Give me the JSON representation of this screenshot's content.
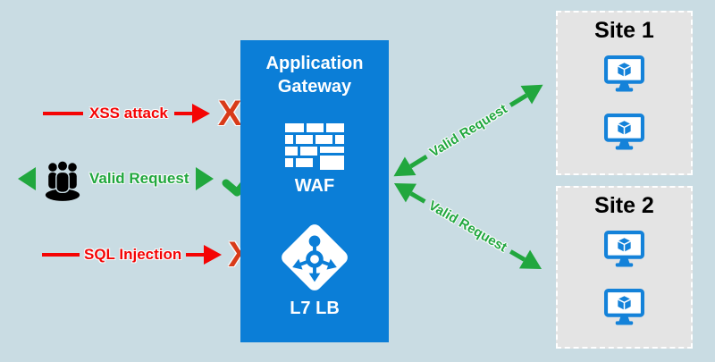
{
  "colors": {
    "background": "#c9dce3",
    "gateway_blue": "#0b7ed7",
    "site_bg": "#e4e4e4",
    "red": "#f40404",
    "block_x": "#d83b19",
    "green": "#21a73e",
    "vm_blue": "#1482d9",
    "white": "#ffffff",
    "black": "#000000"
  },
  "gateway": {
    "title": "Application Gateway",
    "waf_label": "WAF",
    "lb_label": "L7 LB",
    "waf_icon": "firewall-brick-icon",
    "lb_icon": "load-balancer-icon"
  },
  "flows": [
    {
      "label": "XSS attack",
      "result": "blocked",
      "mark": "X"
    },
    {
      "label": "Valid Request",
      "result": "allowed",
      "mark": "check"
    },
    {
      "label": "SQL Injection",
      "result": "blocked",
      "mark": "X"
    }
  ],
  "clients_icon": "users-icon",
  "routes": [
    {
      "label": "Valid Request",
      "target": "Site 1"
    },
    {
      "label": "Valid Request",
      "target": "Site 2"
    }
  ],
  "sites": [
    {
      "title": "Site 1",
      "vm_count": 2,
      "vm_icon": "vm-icon"
    },
    {
      "title": "Site 2",
      "vm_count": 2,
      "vm_icon": "vm-icon"
    }
  ]
}
